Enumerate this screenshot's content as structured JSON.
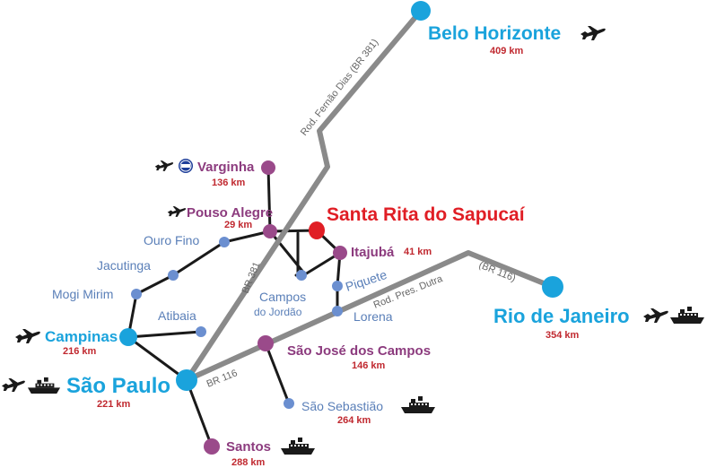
{
  "colors": {
    "highway": "#8a8a8a",
    "local_road": "#1a1a1a",
    "major_city": "#1aa3dc",
    "regional_city": "#9a4a8a",
    "small_city": "#6b8fd0",
    "highlight_city": "#e01e25"
  },
  "roads": {
    "fernao_dias": "Rod. Fernão Dias (BR 381)",
    "br381": "BR 381",
    "br116_sp": "BR 116",
    "dutra": "Rod. Pres. Dutra",
    "dutra_code": "(BR 116)"
  },
  "cities": {
    "belo_horizonte": {
      "name": "Belo Horizonte",
      "distance": "409 km",
      "icons": [
        "airplane-icon"
      ]
    },
    "varginha": {
      "name": "Varginha",
      "distance": "136 km",
      "icons": [
        "airplane-icon",
        "airport-badge-icon"
      ]
    },
    "pouso_alegre": {
      "name": "Pouso Alegre",
      "distance": "29 km",
      "icons": [
        "airplane-icon"
      ]
    },
    "santa_rita": {
      "name": "Santa Rita do Sapucaí"
    },
    "itajuba": {
      "name": "Itajubá",
      "distance": "41 km"
    },
    "ouro_fino": {
      "name": "Ouro Fino"
    },
    "jacutinga": {
      "name": "Jacutinga"
    },
    "mogi_mirim": {
      "name": "Mogi Mirim"
    },
    "campinas": {
      "name": "Campinas",
      "distance": "216 km",
      "icons": [
        "airplane-icon"
      ]
    },
    "atibaia": {
      "name": "Atibaia"
    },
    "campos_do_jordao": {
      "name_line1": "Campos",
      "name_line2": "do Jordão"
    },
    "piquete": {
      "name": "Piquete"
    },
    "lorena": {
      "name": "Lorena"
    },
    "sao_jose": {
      "name": "São José dos Campos",
      "distance": "146 km"
    },
    "sao_paulo": {
      "name": "São Paulo",
      "distance": "221 km",
      "icons": [
        "airplane-icon",
        "ship-icon"
      ]
    },
    "sao_sebastiao": {
      "name": "São Sebastião",
      "distance": "264 km",
      "icons": [
        "ship-icon"
      ]
    },
    "santos": {
      "name": "Santos",
      "distance": "288 km",
      "icons": [
        "ship-icon"
      ]
    },
    "rio": {
      "name": "Rio de Janeiro",
      "distance": "354 km",
      "icons": [
        "airplane-icon",
        "ship-icon"
      ]
    }
  }
}
